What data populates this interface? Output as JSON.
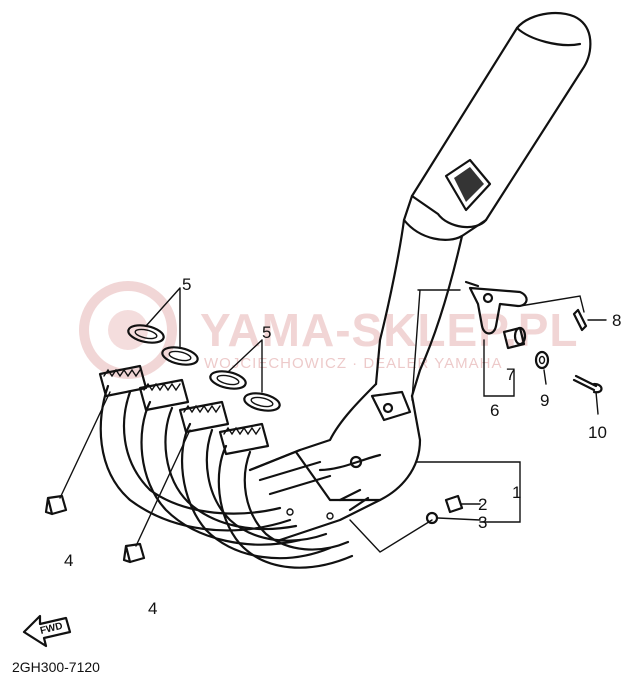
{
  "diagram": {
    "part_code": "2GH300-7120",
    "fwd_marker": "FWD",
    "callouts": {
      "c1": "1",
      "c2": "2",
      "c3": "3",
      "c4a": "4",
      "c4b": "4",
      "c5a": "5",
      "c5b": "5",
      "c6": "6",
      "c7": "7",
      "c8": "8",
      "c9": "9",
      "c10": "10"
    }
  },
  "watermark": {
    "brand": "YAMA-SKLEP.PL",
    "tagline": "WOJCIECHOWICZ · DEALER YAMAHA"
  },
  "colors": {
    "ink": "#111111",
    "watermark": "#e6b4b4"
  }
}
